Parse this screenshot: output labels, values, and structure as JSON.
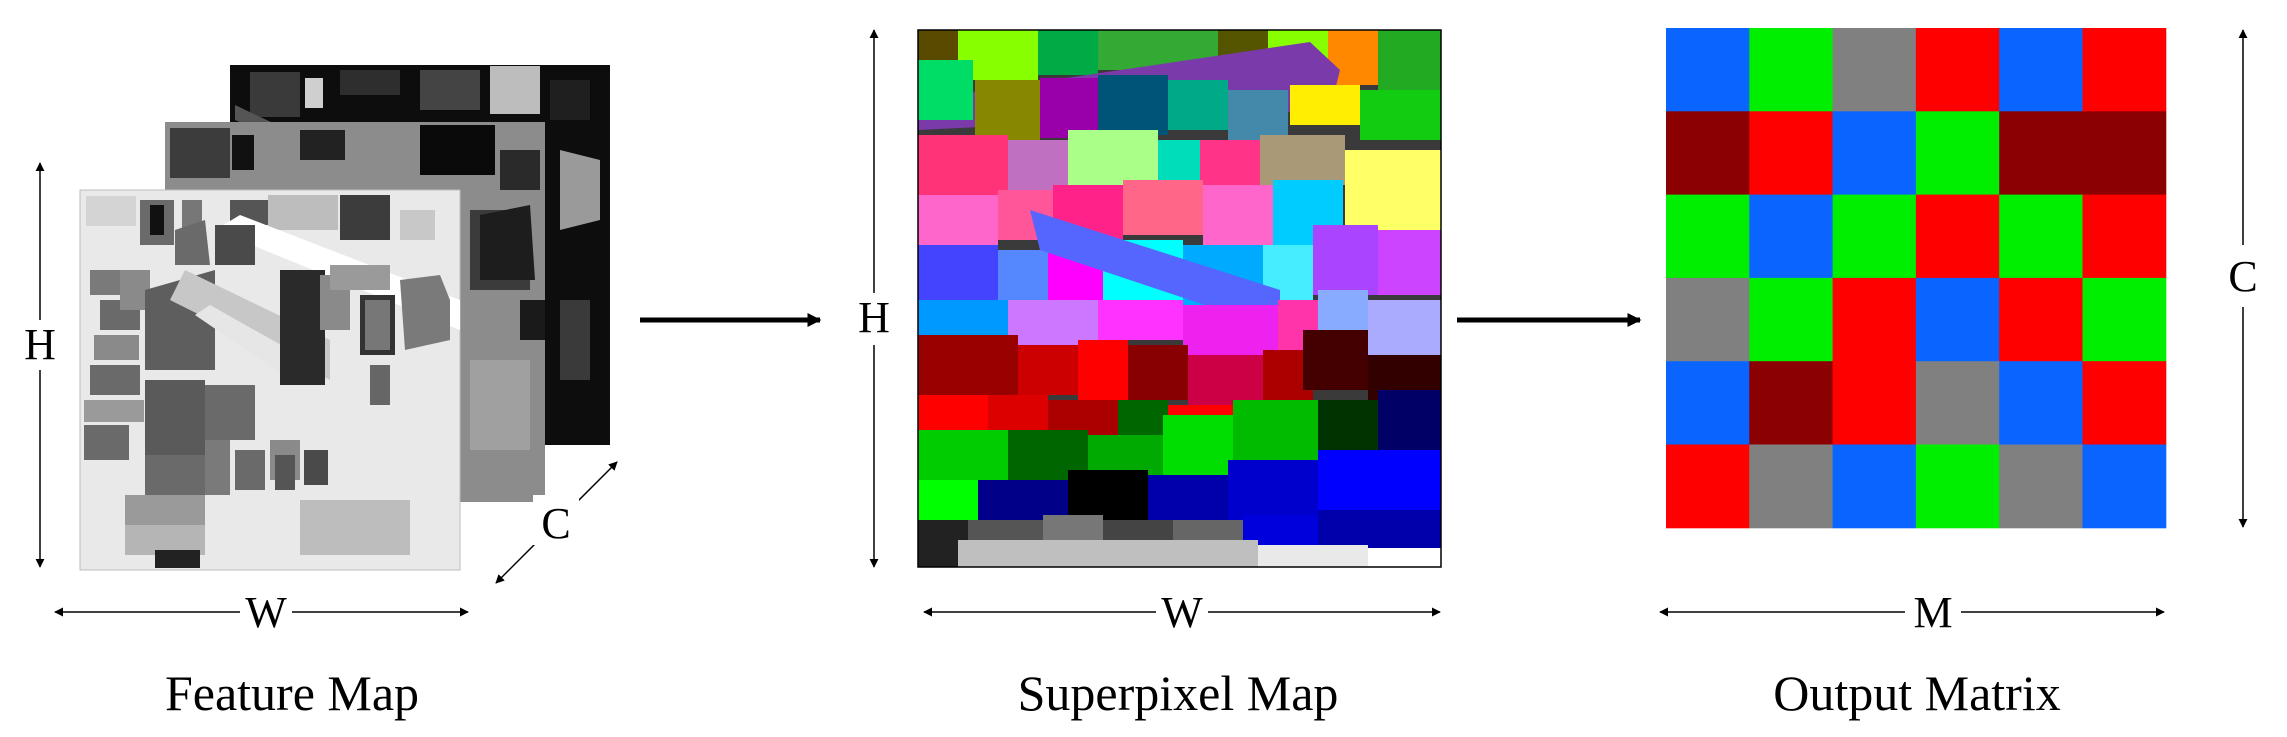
{
  "feature_map": {
    "caption": "Feature Map",
    "height_label": "H",
    "width_label": "W",
    "channel_label": "C"
  },
  "superpixel_map": {
    "caption": "Superpixel Map",
    "height_label": "H",
    "width_label": "W"
  },
  "output_matrix": {
    "caption": "Output Matrix",
    "channel_label": "C",
    "width_label": "M",
    "palette": {
      "B": "#0a64ff",
      "G": "#00ee00",
      "R": "#ff0000",
      "D": "#8b0000",
      "A": "#808080"
    },
    "cells": [
      [
        "B",
        "G",
        "A",
        "R",
        "B",
        "R"
      ],
      [
        "D",
        "R",
        "B",
        "G",
        "D",
        "D"
      ],
      [
        "G",
        "B",
        "G",
        "R",
        "G",
        "R"
      ],
      [
        "A",
        "G",
        "R",
        "B",
        "R",
        "G"
      ],
      [
        "B",
        "D",
        "R",
        "A",
        "B",
        "R"
      ],
      [
        "R",
        "A",
        "B",
        "G",
        "A",
        "B"
      ]
    ]
  }
}
